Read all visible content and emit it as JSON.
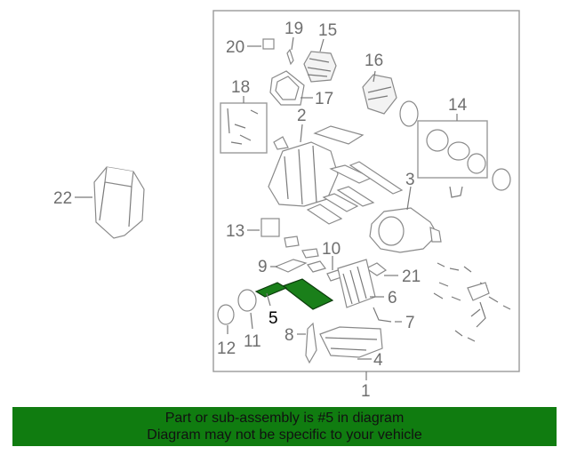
{
  "diagram": {
    "highlight_color": "#1a7f1a",
    "highlighted_part": "5",
    "callouts": {
      "c1": "1",
      "c2": "2",
      "c3": "3",
      "c4": "4",
      "c5": "5",
      "c6": "6",
      "c7": "7",
      "c8": "8",
      "c9": "9",
      "c10": "10",
      "c11": "11",
      "c12": "12",
      "c13": "13",
      "c14": "14",
      "c15": "15",
      "c16": "16",
      "c17": "17",
      "c18": "18",
      "c19": "19",
      "c20": "20",
      "c21": "21",
      "c22": "22"
    }
  },
  "banner": {
    "background": "#107c10",
    "line1": "Part or sub-assembly is #5 in diagram",
    "line2": "Diagram may not be specific to your vehicle"
  }
}
